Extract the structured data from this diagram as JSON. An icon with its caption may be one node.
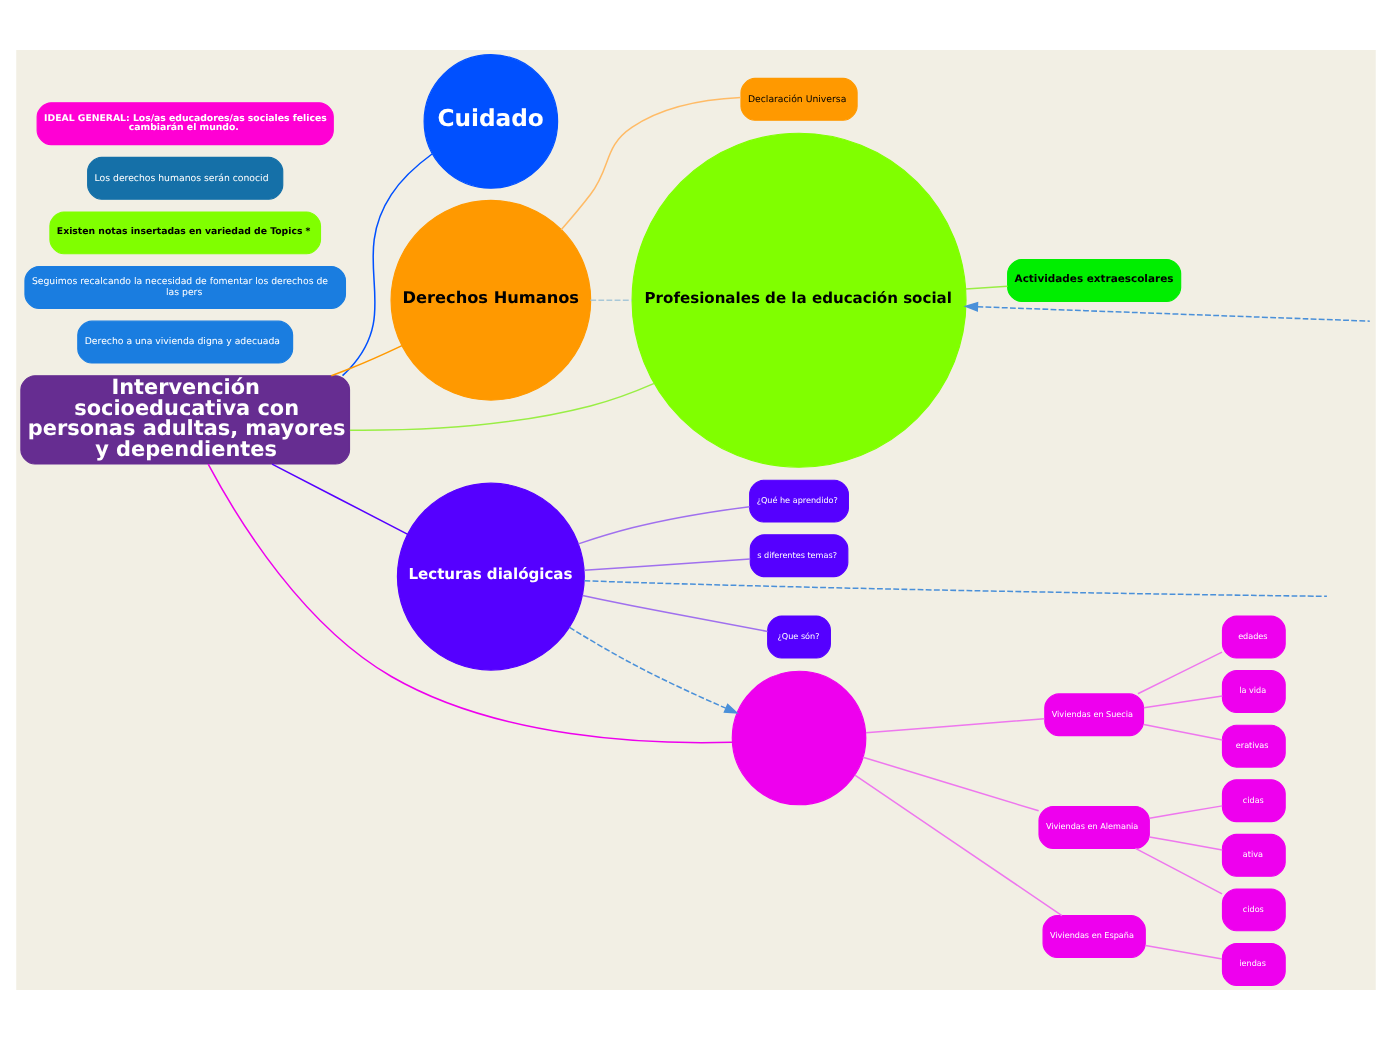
{
  "diagram": {
    "nodes": [
      {
        "text": [
          "Intervención socioeducativa con personas adultas, mayores y dependientes"
        ]
      },
      {
        "text": [
          "Cuidado"
        ]
      },
      {
        "text": [
          "Derechos Humanos"
        ]
      },
      {
        "text": [
          "Declaración Universa"
        ]
      },
      {
        "text": [
          "Lecturas dialógicas"
        ]
      },
      {
        "text": [
          "¿Que són?"
        ]
      },
      {
        "text": [
          "¿Qué he aprendido?"
        ]
      },
      {
        "text": [
          "s diferentes temas?"
        ]
      },
      {
        "text": [
          "Profesionales de la educación social"
        ]
      },
      {
        "text": [
          "Actividades extraescolares"
        ]
      },
      {
        "text": [],
        "shape": "circle"
      },
      {
        "text": [
          "Viviendas en España"
        ]
      },
      {
        "text": [
          "iendas"
        ]
      },
      {
        "text": [
          "Viviendas en Suecia"
        ]
      },
      {
        "text": [
          "erativas"
        ]
      },
      {
        "text": [
          "edades"
        ]
      },
      {
        "text": [
          "la vida"
        ]
      },
      {
        "text": [
          "Viviendas en Alemania"
        ]
      },
      {
        "text": [
          "cidos"
        ]
      },
      {
        "text": [
          "cidas"
        ]
      },
      {
        "text": [
          "ativa"
        ]
      },
      {
        "text": [
          "Derecho a una vivienda digna y adecuada"
        ]
      },
      {
        "text": [
          "Seguimos recalcando la necesidad de fomentar los derechos de las pers"
        ]
      },
      {
        "text": [
          "Existen notas insertadas en variedad de Topics *"
        ]
      },
      {
        "text": [
          "Los derechos humanos serán conocid"
        ]
      },
      {
        "text": [
          "IDEAL GENERAL: Los/as educadores/as sociales felices cambiarán el mundo."
        ]
      }
    ],
    "edges": [
      {
        "from": 0,
        "to": 1,
        "arrow": "none",
        "color": "#0050ff"
      },
      {
        "from": 0,
        "to": 2,
        "arrow": "none",
        "color": "#ff9900"
      },
      {
        "from": 0,
        "to": 4,
        "arrow": "none",
        "color": "#5500ff"
      },
      {
        "from": 0,
        "to": 8,
        "arrow": "none",
        "color": "#99ee44"
      },
      {
        "from": 0,
        "to": 10,
        "arrow": "none",
        "color": "#ee00ee"
      },
      {
        "from": 2,
        "to": 3,
        "arrow": "none",
        "color": "#ffbb66"
      },
      {
        "from": 4,
        "to": 5,
        "arrow": "none",
        "color": "#a070ee"
      },
      {
        "from": 4,
        "to": 6,
        "arrow": "none",
        "color": "#a070ee"
      },
      {
        "from": 4,
        "to": 7,
        "arrow": "none",
        "color": "#a070ee"
      },
      {
        "from": 8,
        "to": 9,
        "arrow": "none",
        "color": "#99ee44"
      },
      {
        "from": 10,
        "to": 11,
        "arrow": "none",
        "color": "#ee77ee"
      },
      {
        "from": 10,
        "to": 13,
        "arrow": "none",
        "color": "#ee77ee"
      },
      {
        "from": 10,
        "to": 17,
        "arrow": "none",
        "color": "#ee77ee"
      },
      {
        "from": 11,
        "to": 12,
        "arrow": "none",
        "color": "#ee77ee"
      },
      {
        "from": 13,
        "to": 14,
        "arrow": "none",
        "color": "#ee77ee"
      },
      {
        "from": 13,
        "to": 15,
        "arrow": "none",
        "color": "#ee77ee"
      },
      {
        "from": 13,
        "to": 16,
        "arrow": "none",
        "color": "#ee77ee"
      },
      {
        "from": 17,
        "to": 18,
        "arrow": "none",
        "color": "#ee77ee"
      },
      {
        "from": 17,
        "to": 19,
        "arrow": "none",
        "color": "#ee77ee"
      },
      {
        "from": 17,
        "to": 20,
        "arrow": "none",
        "color": "#ee77ee"
      },
      {
        "from": 4,
        "to": 10,
        "arrow": "to",
        "style": "dashed",
        "color": "#4a90d9"
      },
      {
        "from": 4,
        "to": null,
        "arrow": "none",
        "style": "dashed",
        "color": "#4a90d9"
      },
      {
        "from": 2,
        "to": 8,
        "arrow": "none",
        "style": "dashed",
        "color": "#a8c8d8"
      },
      {
        "from": null,
        "to": 8,
        "arrow": "to",
        "style": "dashed",
        "color": "#4a90d9"
      }
    ]
  }
}
